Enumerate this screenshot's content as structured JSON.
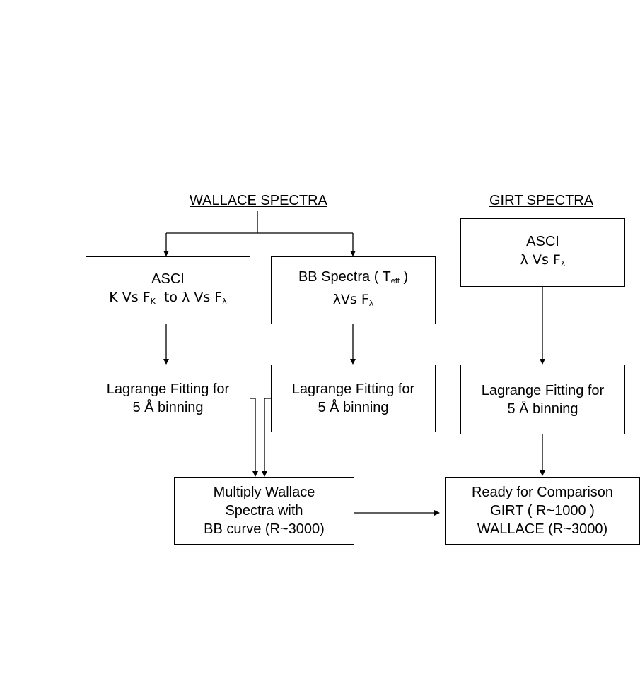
{
  "wallace_heading": "WALLACE SPECTRA",
  "girt_heading": "GIRT SPECTRA",
  "wallace_asci": {
    "line1": "ASCI",
    "line2_a": "K Vs F",
    "line2_a_sub": "K",
    "line2_b": "to λ Vs F",
    "line2_b_sub": "λ"
  },
  "bb_spectra": {
    "line1_a": "BB Spectra ( T",
    "line1_sub": "eff",
    "line1_b": " )",
    "line2": "λVs F",
    "line2_sub": "λ"
  },
  "girt_asci": {
    "line1": "ASCI",
    "line2": "λ Vs F",
    "line2_sub": "λ"
  },
  "lagrange_left": {
    "line1": "Lagrange Fitting for",
    "line2": "5 Å binning"
  },
  "lagrange_mid": {
    "line1": "Lagrange Fitting for",
    "line2": "5 Å binning"
  },
  "lagrange_right": {
    "line1": "Lagrange Fitting for",
    "line2": "5 Å binning"
  },
  "multiply": {
    "line1": "Multiply Wallace",
    "line2": "Spectra with",
    "line3": "BB curve (R~3000)"
  },
  "ready": {
    "line1": "Ready for Comparison",
    "line2": "GIRT ( R~1000 )",
    "line3": "WALLACE (R~3000)"
  }
}
